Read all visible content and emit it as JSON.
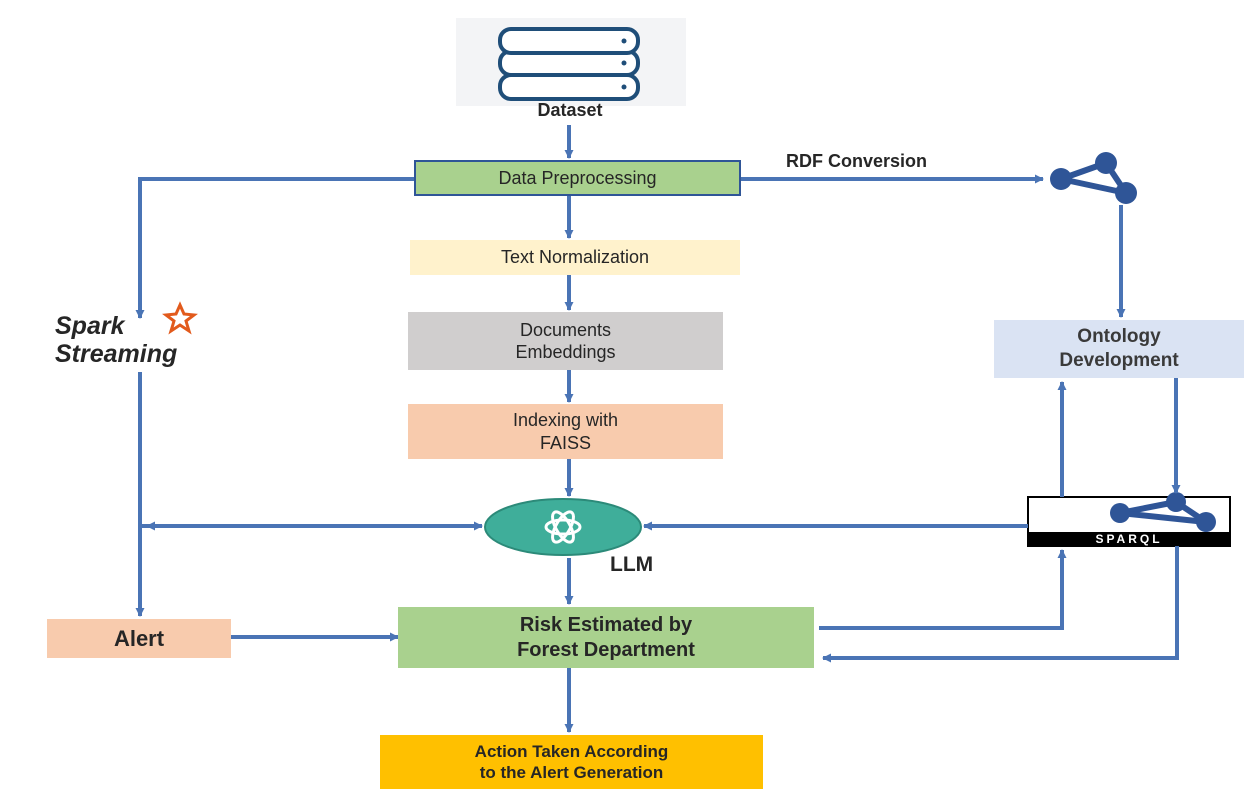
{
  "diagram": {
    "nodes": {
      "dataset": "Dataset",
      "data_preprocessing": "Data Preprocessing",
      "rdf_conversion": "RDF Conversion",
      "text_normalization": "Text Normalization",
      "documents_embeddings": "Documents\nEmbeddings",
      "indexing_faiss": "Indexing with\nFAISS",
      "llm": "LLM",
      "spark_word": "Spark",
      "streaming_word": "Streaming",
      "ontology_development": "Ontology\nDevelopment",
      "sparql_logo": "SPARQL",
      "alert": "Alert",
      "risk_estimated": "Risk Estimated by\nForest Department",
      "action_taken": "Action Taken According\nto the Alert Generation"
    },
    "colors": {
      "arrow": "#4a74b5",
      "preprocessing_fill": "#a9d18e",
      "text_norm_fill": "#fff2cc",
      "embeddings_fill": "#d0cece",
      "indexing_fill": "#f8cbad",
      "ontology_fill": "#dae3f3",
      "alert_fill": "#f8cbad",
      "risk_fill": "#a9d18e",
      "action_fill": "#ffc000",
      "spark_orange": "#e25a1c",
      "llm_teal": "#3fae9a"
    }
  }
}
